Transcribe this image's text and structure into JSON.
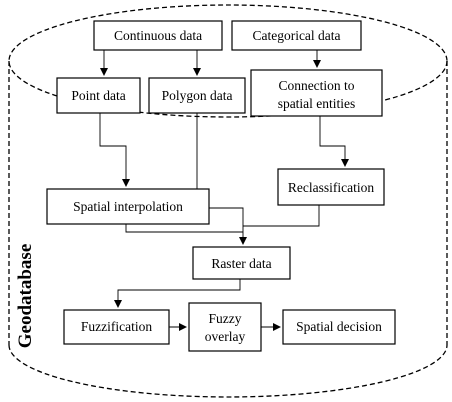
{
  "container": {
    "label": "Geodatabase"
  },
  "nodes": {
    "continuous_data": "Continuous data",
    "categorical_data": "Categorical data",
    "point_data": "Point data",
    "polygon_data": "Polygon data",
    "connection_line1": "Connection to",
    "connection_line2": "spatial entities",
    "reclassification": "Reclassification",
    "spatial_interpolation": "Spatial interpolation",
    "raster_data": "Raster data",
    "fuzzification": "Fuzzification",
    "fuzzy_overlay_line1": "Fuzzy",
    "fuzzy_overlay_line2": "overlay",
    "spatial_decision": "Spatial decision"
  },
  "colors": {
    "stroke": "#000000",
    "fill": "#ffffff",
    "text": "#000000"
  }
}
